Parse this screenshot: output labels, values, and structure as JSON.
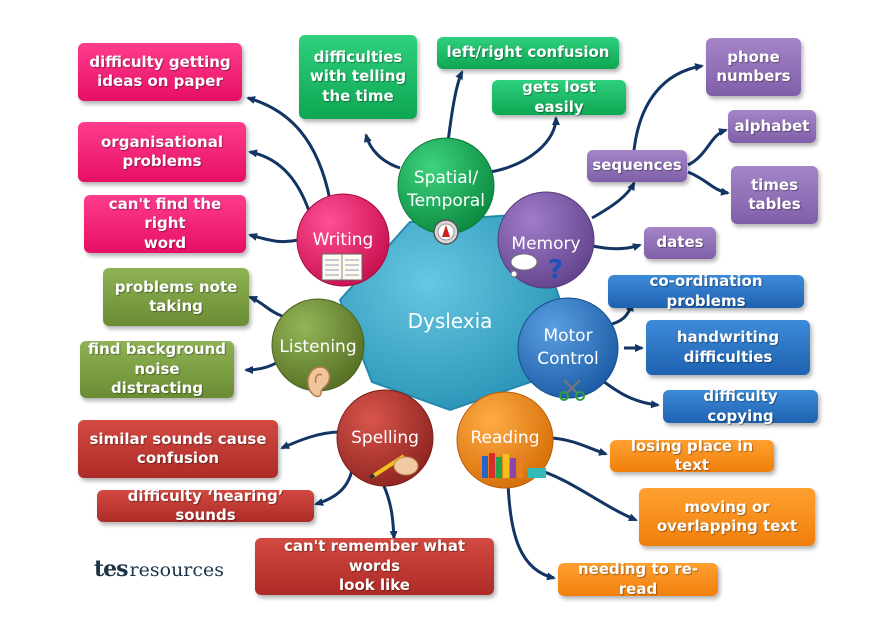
{
  "hub": {
    "label": "Dyslexia",
    "color": "#3aa9c9"
  },
  "categories": {
    "writing": {
      "label": "Writing",
      "color": "#e0195f"
    },
    "spatial": {
      "label": "Spatial/\nTemporal",
      "color": "#12a24f"
    },
    "memory": {
      "label": "Memory",
      "color": "#7c5ca5"
    },
    "motor": {
      "label": "Motor\nControl",
      "color": "#2a74c4"
    },
    "reading": {
      "label": "Reading",
      "color": "#f08a12"
    },
    "spelling": {
      "label": "Spelling",
      "color": "#b7342d"
    },
    "listening": {
      "label": "Listening",
      "color": "#71902f"
    }
  },
  "boxes": {
    "difficulty_ideas": "difficulty getting\nideas on paper",
    "organisational": "organisational\nproblems",
    "cant_find_word": "can't find the right\nword",
    "telling_time": "difficulties\nwith telling\nthe time",
    "left_right": "left/right confusion",
    "lost_easily": "gets lost easily",
    "phone_numbers": "phone\nnumbers",
    "sequences": "sequences",
    "alphabet": "alphabet",
    "times_tables": "times\ntables",
    "dates": "dates",
    "coordination": "co-ordination problems",
    "handwriting": "handwriting\ndifficulties",
    "copying": "difficulty copying",
    "note_taking": "problems note\ntaking",
    "background_noise": "find background\nnoise distracting",
    "similar_sounds": "similar sounds cause\nconfusion",
    "hearing_sounds": "difficulty ‘hearing’ sounds",
    "remember_words": "can't remember what words\nlook like",
    "losing_place": "losing place in text",
    "moving_text": "moving or\noverlapping text",
    "reread": "needing to re-read"
  },
  "branding": {
    "mark": "tes",
    "text": "resources"
  },
  "icons": [
    "notebook-icon",
    "compass-icon",
    "thought-bubble-icon",
    "scissors-icon",
    "ear-icon",
    "hand-pencil-icon",
    "books-icon"
  ]
}
